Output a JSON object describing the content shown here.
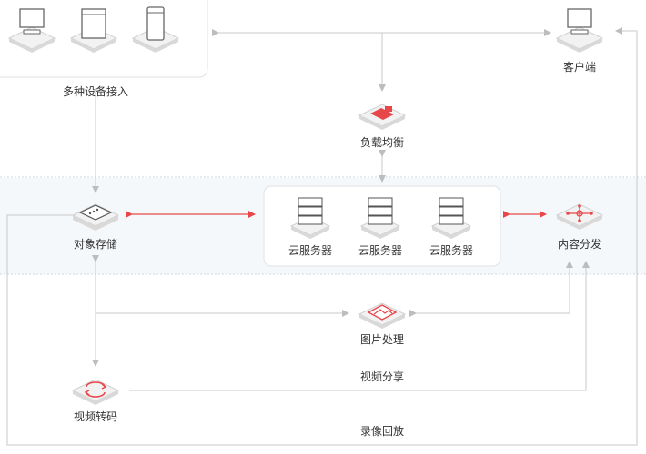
{
  "labels": {
    "devices": "多种设备接入",
    "client": "客户端",
    "load_balancer": "负载均衡",
    "object_storage": "对象存储",
    "cloud_server_1": "云服务器",
    "cloud_server_2": "云服务器",
    "cloud_server_3": "云服务器",
    "content_delivery": "内容分发",
    "image_processing": "图片处理",
    "video_share": "视频分享",
    "video_transcode": "视频转码",
    "video_playback": "录像回放"
  },
  "colors": {
    "accent": "#e8474a",
    "line": "#c8c8c8",
    "band": "#f5f8fb",
    "icon_top": "#f2f2f2",
    "icon_side": "#d9d9d9"
  },
  "icons": {
    "devices": [
      "desktop-icon",
      "tablet-icon",
      "phone-icon"
    ],
    "client": "desktop-icon",
    "load_balancer": "load-balancer-icon",
    "object_storage": "storage-disk-icon",
    "cloud_server": "server-stack-icon",
    "content_delivery": "network-hub-icon",
    "image_processing": "image-icon",
    "video_transcode": "transcode-icon"
  }
}
